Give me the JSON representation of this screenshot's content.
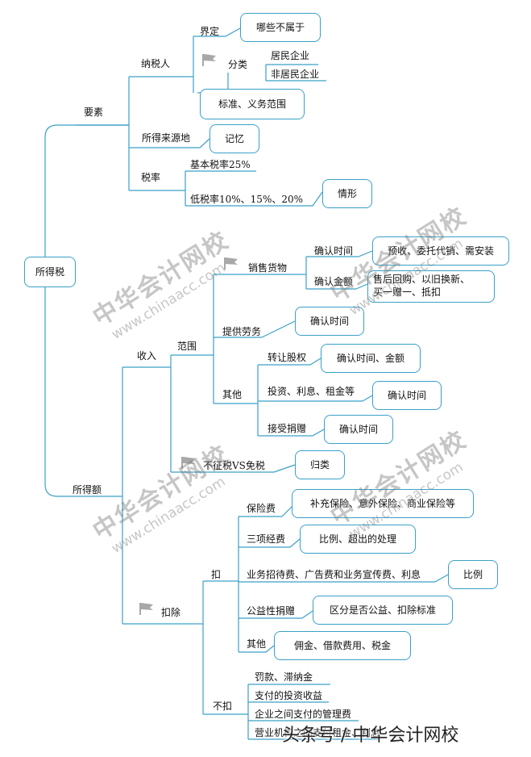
{
  "root": "所得税",
  "elements": {
    "label": "要素",
    "taxpayer": "纳税人",
    "define": "界定",
    "define_box": "哪些不属于",
    "classify": "分类",
    "resident": "居民企业",
    "nonresident": "非居民企业",
    "classify_box": "标准、义务范围",
    "source": "所得来源地",
    "source_box": "记忆",
    "rate": "税率",
    "basic_rate": "基本税率25%",
    "low_rate": "低税率10%、15%、20%",
    "low_rate_box": "情形"
  },
  "taxable_income": {
    "label": "所得额",
    "income": {
      "label": "收入",
      "scope": "范围",
      "sales": "销售货物",
      "confirm_time": "确认时间",
      "confirm_time_box": "预收、委托代销、需安装",
      "confirm_amount": "确认金额",
      "confirm_amount_box_1": "售后回购、以旧换新、",
      "confirm_amount_box_2": "买一赠一、抵扣",
      "service": "提供劳务",
      "service_box": "确认时间",
      "other": "其他",
      "equity": "转让股权",
      "equity_box": "确认时间、金额",
      "invest": "投资、利息、租金等",
      "invest_box": "确认时间",
      "donation": "接受捐赠",
      "donation_box": "确认时间",
      "nontax": "不征税VS免税",
      "nontax_box": "归类"
    },
    "deduction": {
      "label": "扣除",
      "deduct": "扣",
      "insurance": "保险费",
      "insurance_box": "补充保险、意外保险、商业保险等",
      "three_funds": "三项经费",
      "three_funds_box": "比例、超出的处理",
      "entertainment": "业务招待费、广告费和业务宣传费、利息",
      "entertainment_box": "比例",
      "charity": "公益性捐赠",
      "charity_box": "区分是否公益、扣除标准",
      "other": "其他",
      "other_box": "佣金、借款费用、税金",
      "no_deduct": "不扣",
      "fines": "罚款、滞纳金",
      "invest_loss": "支付的投资收益",
      "mgmt_fee": "企业之间支付的管理费",
      "branch": "营业机构之间支付租金、利息"
    }
  },
  "watermark": {
    "cn": "中华会计网校",
    "en": "www.chinaacc.com"
  },
  "footer": "头条号 / 中华会计网校",
  "colors": {
    "line": "#3aa0c8",
    "flag": "#a8a8a8"
  }
}
